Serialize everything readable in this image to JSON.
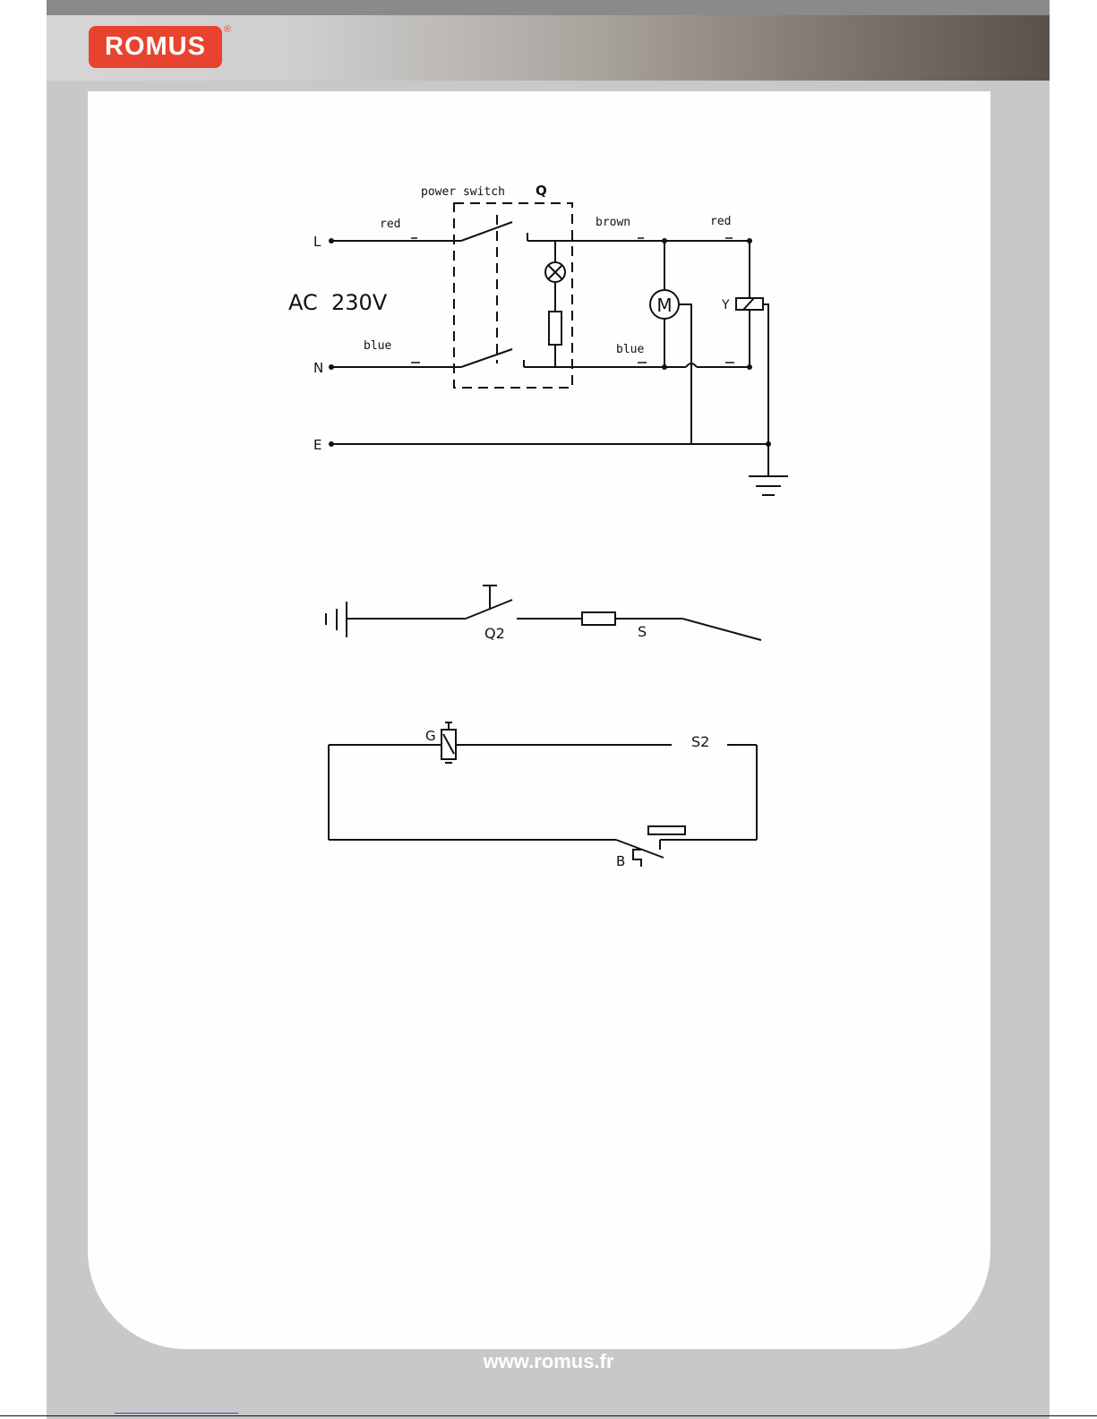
{
  "header": {
    "logo_text": "ROMUS",
    "logo_mark": "®",
    "brand_color": "#e8432f"
  },
  "main_diagram": {
    "switch_label": "power switch",
    "switch_ref": "Q",
    "supply_label": "AC  230V",
    "terminal_L": "L",
    "terminal_N": "N",
    "terminal_E": "E",
    "wire_L_in": "red",
    "wire_N_in": "blue",
    "wire_L_out": "brown",
    "wire_N_out": "blue",
    "wire_Y": "red",
    "motor_symbol": "M",
    "valve_label": "Y",
    "icons": [
      "lamp-icon",
      "resistor-icon",
      "motor-icon",
      "solenoid-valve-icon",
      "ground-icon"
    ]
  },
  "igniter_circuit": {
    "battery_label": "I",
    "pushbutton_label": "Q2",
    "spark_label": "S"
  },
  "safety_circuit": {
    "valve_label": "G",
    "switch_label": "S2",
    "thermocouple_label": "B"
  },
  "footer": {
    "url": "www.romus.fr"
  }
}
